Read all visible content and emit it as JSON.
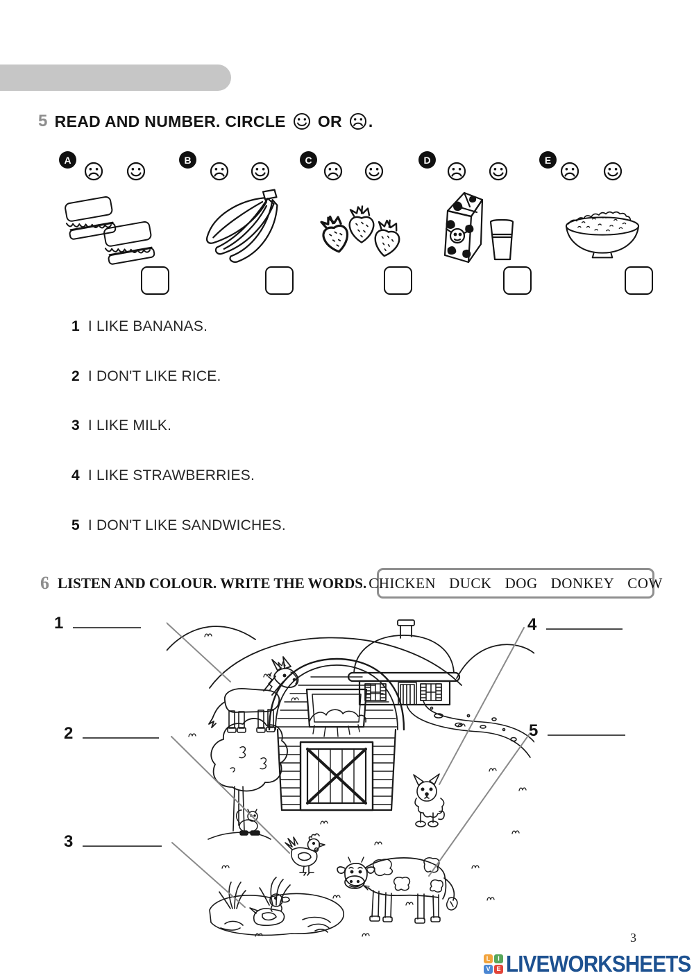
{
  "exercise5": {
    "number": "5",
    "title_action": "READ AND NUMBER. CIRCLE",
    "title_or": "OR",
    "title_period": ".",
    "items": [
      {
        "letter": "A",
        "food": "sandwiches"
      },
      {
        "letter": "B",
        "food": "bananas"
      },
      {
        "letter": "C",
        "food": "strawberries"
      },
      {
        "letter": "D",
        "food": "milk"
      },
      {
        "letter": "E",
        "food": "rice"
      }
    ],
    "sentences": [
      {
        "num": "1",
        "text": "I LIKE BANANAS."
      },
      {
        "num": "2",
        "text": "I DON'T LIKE RICE."
      },
      {
        "num": "3",
        "text": "I LIKE MILK."
      },
      {
        "num": "4",
        "text": "I LIKE STRAWBERRIES."
      },
      {
        "num": "5",
        "text": "I DON'T LIKE SANDWICHES."
      }
    ]
  },
  "exercise6": {
    "number": "6",
    "title": "LISTEN AND COLOUR. WRITE THE WORDS.",
    "word_bank": [
      "CHICKEN",
      "DUCK",
      "DOG",
      "DONKEY",
      "COW"
    ],
    "labels": [
      {
        "num": "1"
      },
      {
        "num": "2"
      },
      {
        "num": "3"
      },
      {
        "num": "4"
      },
      {
        "num": "5"
      }
    ]
  },
  "footer": {
    "page_number": "3",
    "logo_text": "LIVEWORKSHEETS",
    "logo_tiles": [
      {
        "letter": "L",
        "color": "#f2a33c"
      },
      {
        "letter": "I",
        "color": "#58a75b"
      },
      {
        "letter": "V",
        "color": "#4a86d2"
      },
      {
        "letter": "E",
        "color": "#e2453a"
      }
    ]
  },
  "colors": {
    "top_bar": "#c6c6c6",
    "logo_text": "#1d5190",
    "exercise_number_gray": "#8d8d8d"
  }
}
